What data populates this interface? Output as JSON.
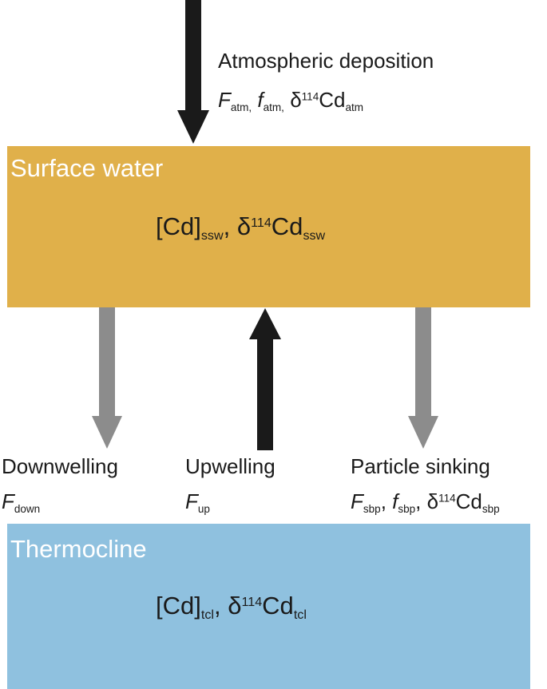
{
  "atmospheric": {
    "label": "Atmospheric deposition",
    "F": "F",
    "F_sub": "atm,",
    "f": "f",
    "f_sub": "atm,",
    "delta": "δ",
    "mass": "114",
    "cd": "Cd",
    "cd_sub": "atm"
  },
  "surface_water": {
    "title": "Surface water",
    "conc": "[Cd]",
    "conc_sub": "ssw",
    "sep": ", ",
    "delta": "δ",
    "mass": "114",
    "cd": "Cd",
    "cd_sub": "ssw"
  },
  "downwelling": {
    "label": "Downwelling",
    "F": "F",
    "F_sub": "down"
  },
  "upwelling": {
    "label": "Upwelling",
    "F": "F",
    "F_sub": "up"
  },
  "particle_sinking": {
    "label": "Particle sinking",
    "F": "F",
    "F_sub": "sbp",
    "sep1": ", ",
    "f": "f",
    "f_sub": "sbp",
    "sep2": ", ",
    "delta": "δ",
    "mass": "114",
    "cd": "Cd",
    "cd_sub": "sbp"
  },
  "thermocline": {
    "title": "Thermocline",
    "conc": "[Cd]",
    "conc_sub": "tcl",
    "sep": ", ",
    "delta": "δ",
    "mass": "114",
    "cd": "Cd",
    "cd_sub": "tcl"
  },
  "colors": {
    "surface_water_box": "#e0b04a",
    "thermocline_box": "#8fc1df",
    "black_arrow": "#1a1a1a",
    "gray_arrow": "#8c8c8c"
  }
}
